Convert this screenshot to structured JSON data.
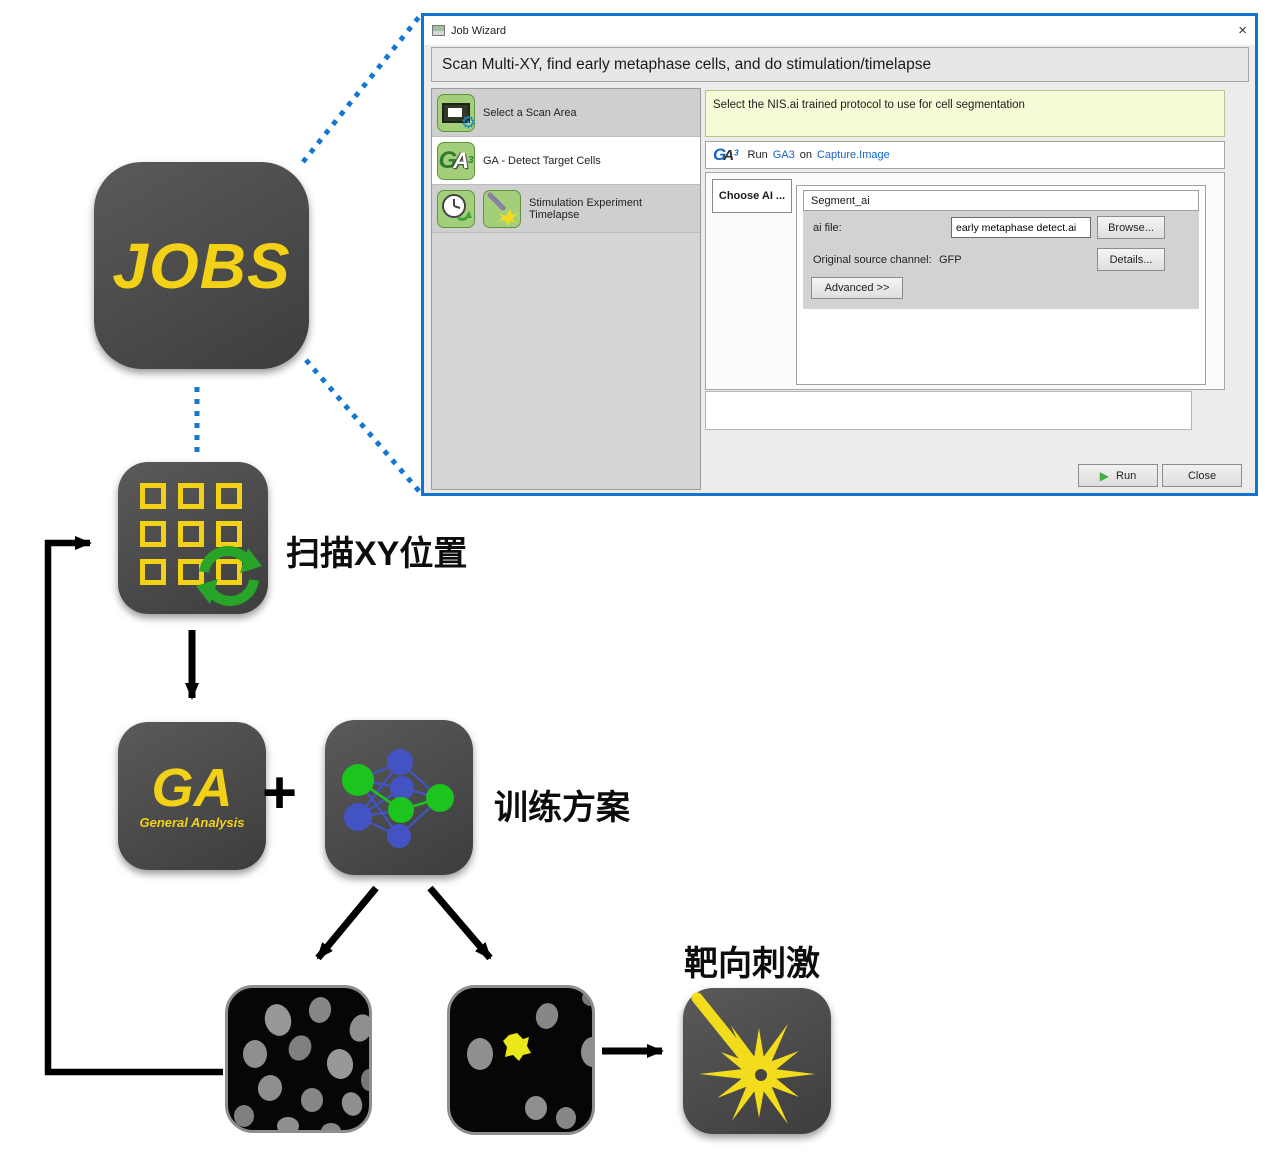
{
  "wizard": {
    "title": "Job Wizard",
    "close_glyph": "×",
    "header": "Scan Multi-XY, find early metaphase cells, and do stimulation/timelapse",
    "steps": [
      {
        "label": "Select a Scan Area"
      },
      {
        "label": "GA - Detect Target Cells"
      },
      {
        "label": "Stimulation Experiment Timelapse"
      }
    ],
    "icons": {
      "gear_glyph": "⚙",
      "ga_g": "G",
      "ga_a": "A",
      "ga_sup": "3"
    },
    "info": "Select the NIS.ai trained protocol to use for cell segmentation",
    "run_bar": {
      "run": "Run",
      "ga3": "GA3",
      "on": "on",
      "target": "Capture.Image"
    },
    "choose_ai_tab": "Choose AI ...",
    "segment": {
      "title": "Segment_ai",
      "ai_file_label": "ai file:",
      "ai_file_value": "early metaphase detect.ai",
      "browse": "Browse...",
      "channel_label": "Original source channel:",
      "channel_value": "GFP",
      "details": "Details...",
      "advanced": "Advanced >>"
    },
    "footer": {
      "run": "Run",
      "close": "Close",
      "play_glyph": "▶"
    }
  },
  "flow": {
    "jobs": "JOBS",
    "scan_label": "扫描XY位置",
    "ga": "GA",
    "ga_sub": "General Analysis",
    "plus": "+",
    "train_label": "训练方案",
    "stim_label": "靶向刺激"
  },
  "colors": {
    "accent_blue": "#1274cf",
    "link_blue": "#1464c8",
    "icon_green_bg": "#a3cf7a",
    "brand_yellow": "#f2d117",
    "node_green": "#1ec41e",
    "node_blue": "#4353c4",
    "info_bg": "#f7fad7"
  }
}
